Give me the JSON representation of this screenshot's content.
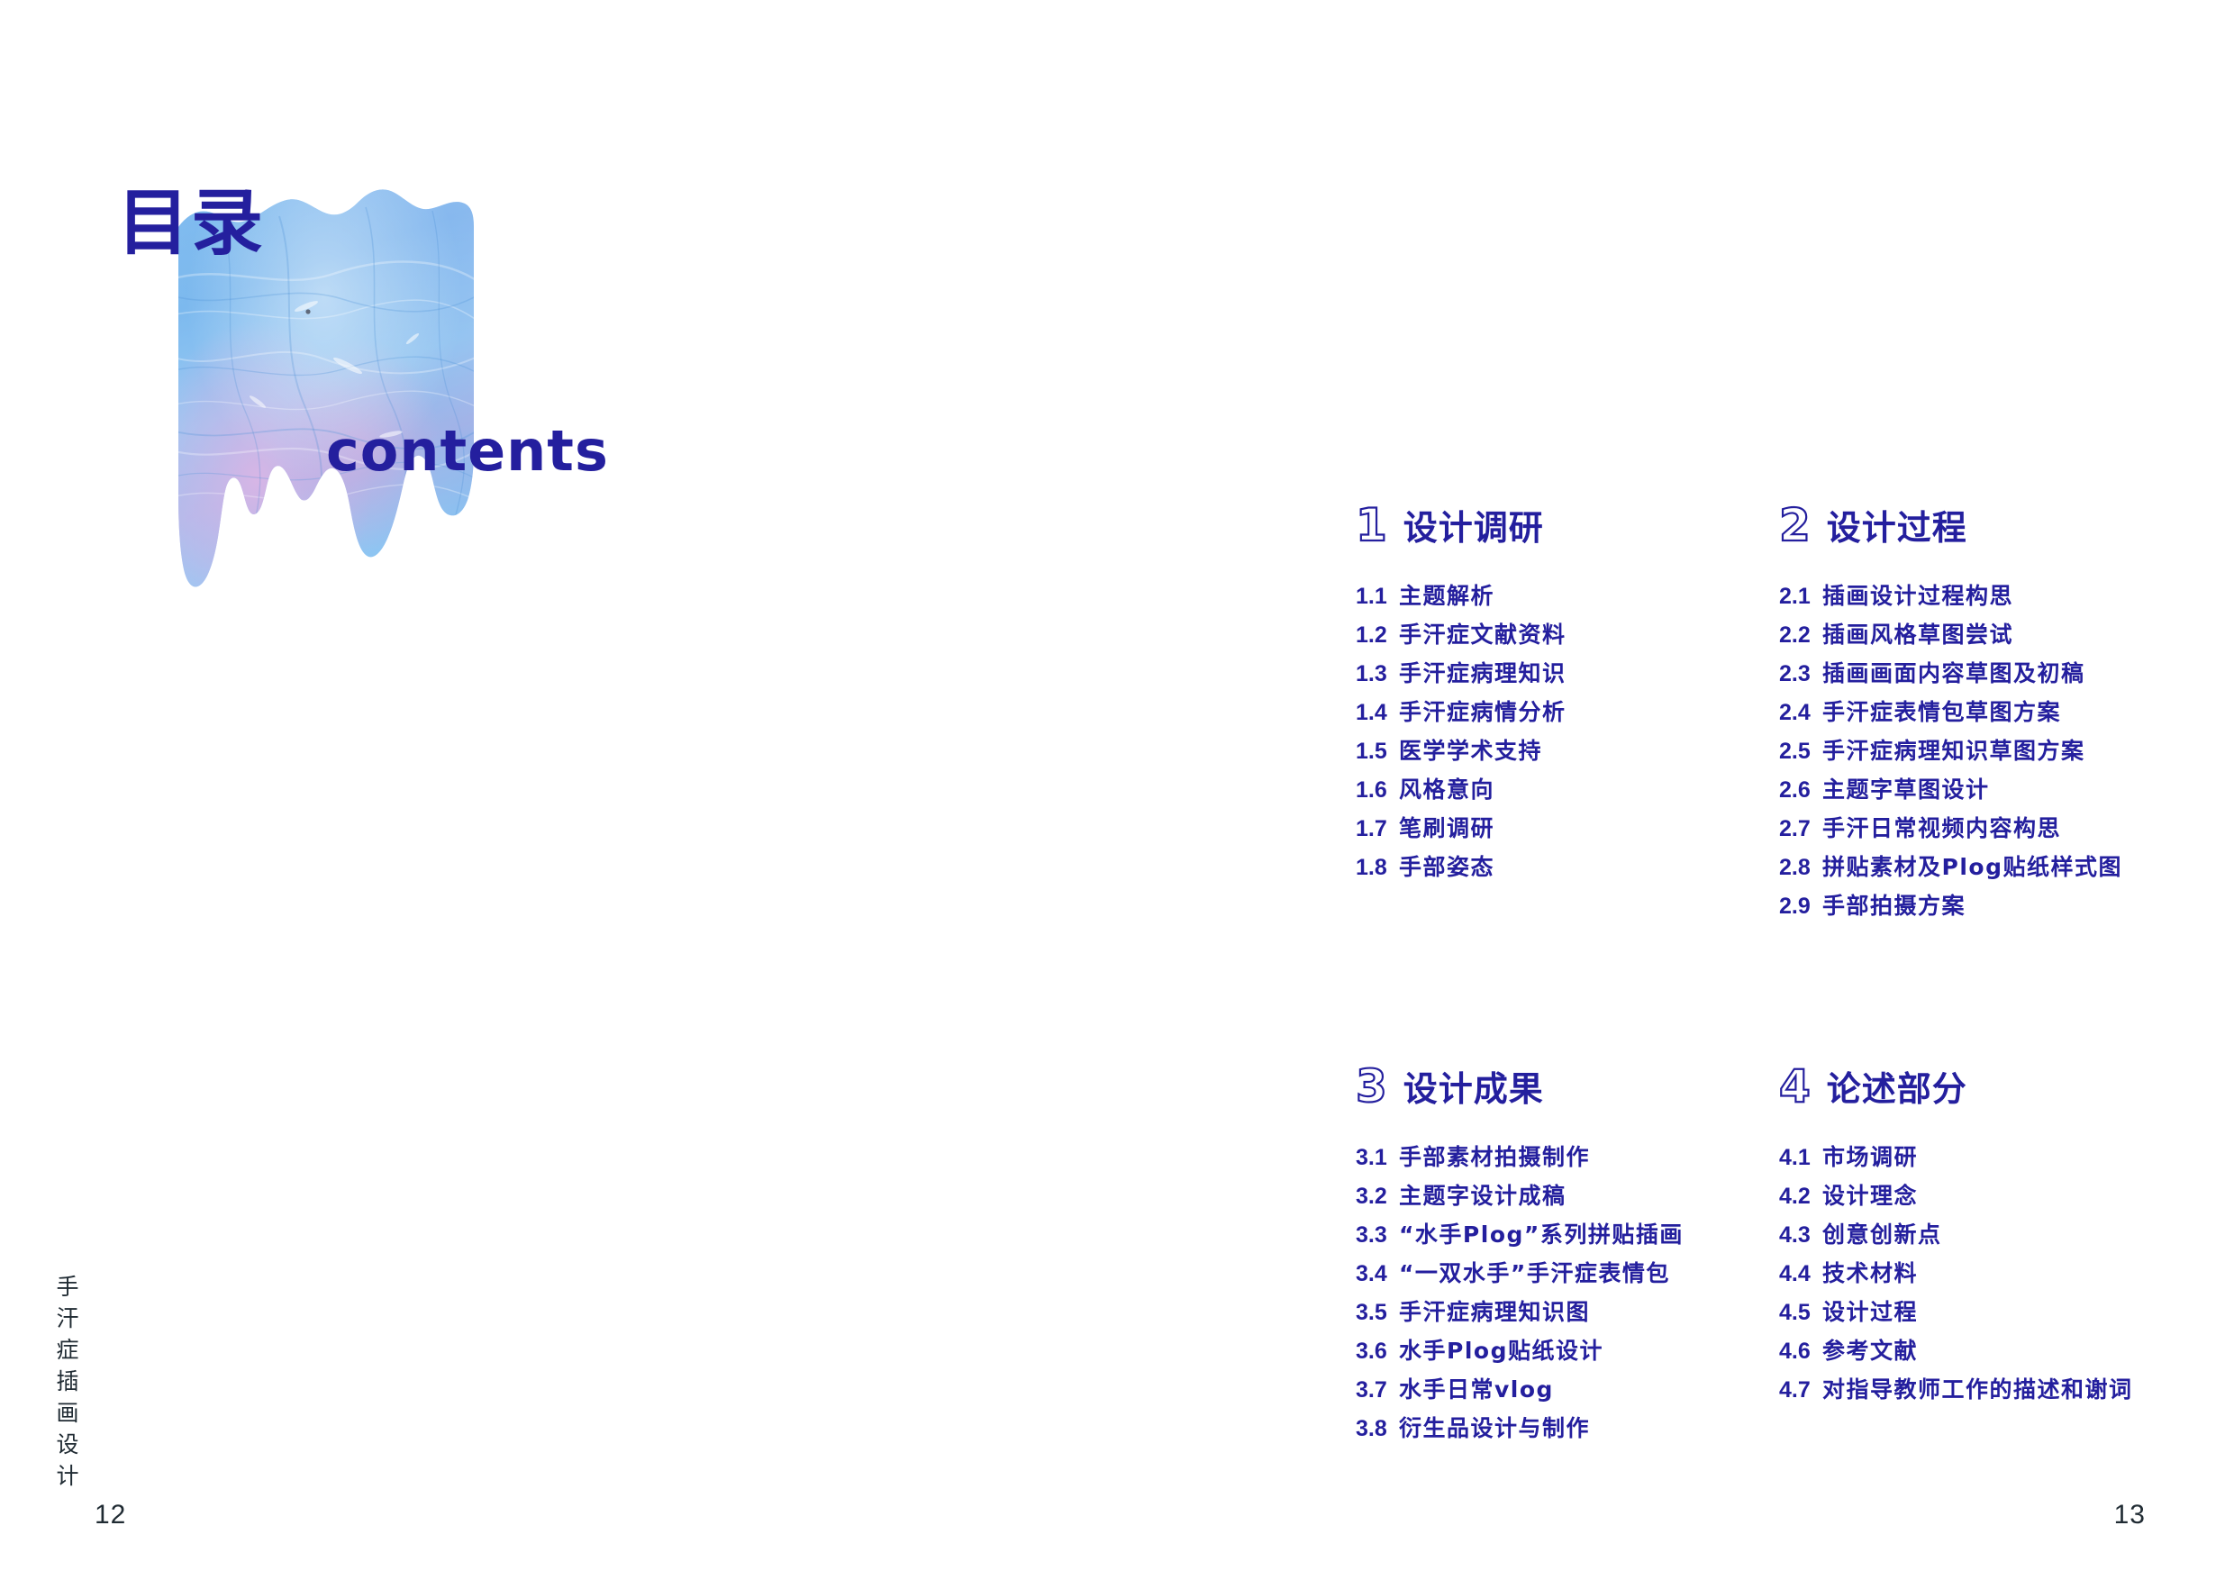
{
  "document": {
    "spine_label": "手汗症插画设计",
    "page_left": "12",
    "page_right": "13"
  },
  "colors": {
    "ink": "#241f9e",
    "spine_ink": "#202b33",
    "paper": "#ffffff",
    "blob_blue_light": "#a9d6f7",
    "blob_blue": "#7cb8ef",
    "blob_blue_deep": "#5f9fe6",
    "blob_violet": "#b9b4e8",
    "blob_pink": "#d3aede"
  },
  "title": {
    "cn": "目录",
    "en": "contents"
  },
  "icons": {
    "watercolor_blob": "watercolor-drip-blob"
  },
  "toc": {
    "sections": [
      {
        "number": "1",
        "title": "设计调研",
        "items": [
          {
            "num": "1.1",
            "text": "主题解析"
          },
          {
            "num": "1.2",
            "text": "手汗症文献资料"
          },
          {
            "num": "1.3",
            "text": "手汗症病理知识"
          },
          {
            "num": "1.4",
            "text": "手汗症病情分析"
          },
          {
            "num": "1.5",
            "text": "医学学术支持"
          },
          {
            "num": "1.6",
            "text": "风格意向"
          },
          {
            "num": "1.7",
            "text": "笔刷调研"
          },
          {
            "num": "1.8",
            "text": "手部姿态"
          }
        ]
      },
      {
        "number": "2",
        "title": "设计过程",
        "items": [
          {
            "num": "2.1",
            "text": "插画设计过程构思"
          },
          {
            "num": "2.2",
            "text": "插画风格草图尝试"
          },
          {
            "num": "2.3",
            "text": "插画画面内容草图及初稿"
          },
          {
            "num": "2.4",
            "text": "手汗症表情包草图方案"
          },
          {
            "num": "2.5",
            "text": "手汗症病理知识草图方案"
          },
          {
            "num": "2.6",
            "text": "主题字草图设计"
          },
          {
            "num": "2.7",
            "text": "手汗日常视频内容构思"
          },
          {
            "num": "2.8",
            "text": "拼贴素材及Plog贴纸样式图"
          },
          {
            "num": "2.9",
            "text": "手部拍摄方案"
          }
        ]
      },
      {
        "number": "3",
        "title": "设计成果",
        "items": [
          {
            "num": "3.1",
            "text": "手部素材拍摄制作"
          },
          {
            "num": "3.2",
            "text": "主题字设计成稿"
          },
          {
            "num": "3.3",
            "text": "“水手Plog”系列拼贴插画"
          },
          {
            "num": "3.4",
            "text": "“一双水手”手汗症表情包"
          },
          {
            "num": "3.5",
            "text": "手汗症病理知识图"
          },
          {
            "num": "3.6",
            "text": "水手Plog贴纸设计"
          },
          {
            "num": "3.7",
            "text": "水手日常vlog"
          },
          {
            "num": "3.8",
            "text": "衍生品设计与制作"
          }
        ]
      },
      {
        "number": "4",
        "title": "论述部分",
        "items": [
          {
            "num": "4.1",
            "text": "市场调研"
          },
          {
            "num": "4.2",
            "text": "设计理念"
          },
          {
            "num": "4.3",
            "text": "创意创新点"
          },
          {
            "num": "4.4",
            "text": "技术材料"
          },
          {
            "num": "4.5",
            "text": "设计过程"
          },
          {
            "num": "4.6",
            "text": "参考文献"
          },
          {
            "num": "4.7",
            "text": "对指导教师工作的描述和谢词"
          }
        ]
      }
    ]
  }
}
